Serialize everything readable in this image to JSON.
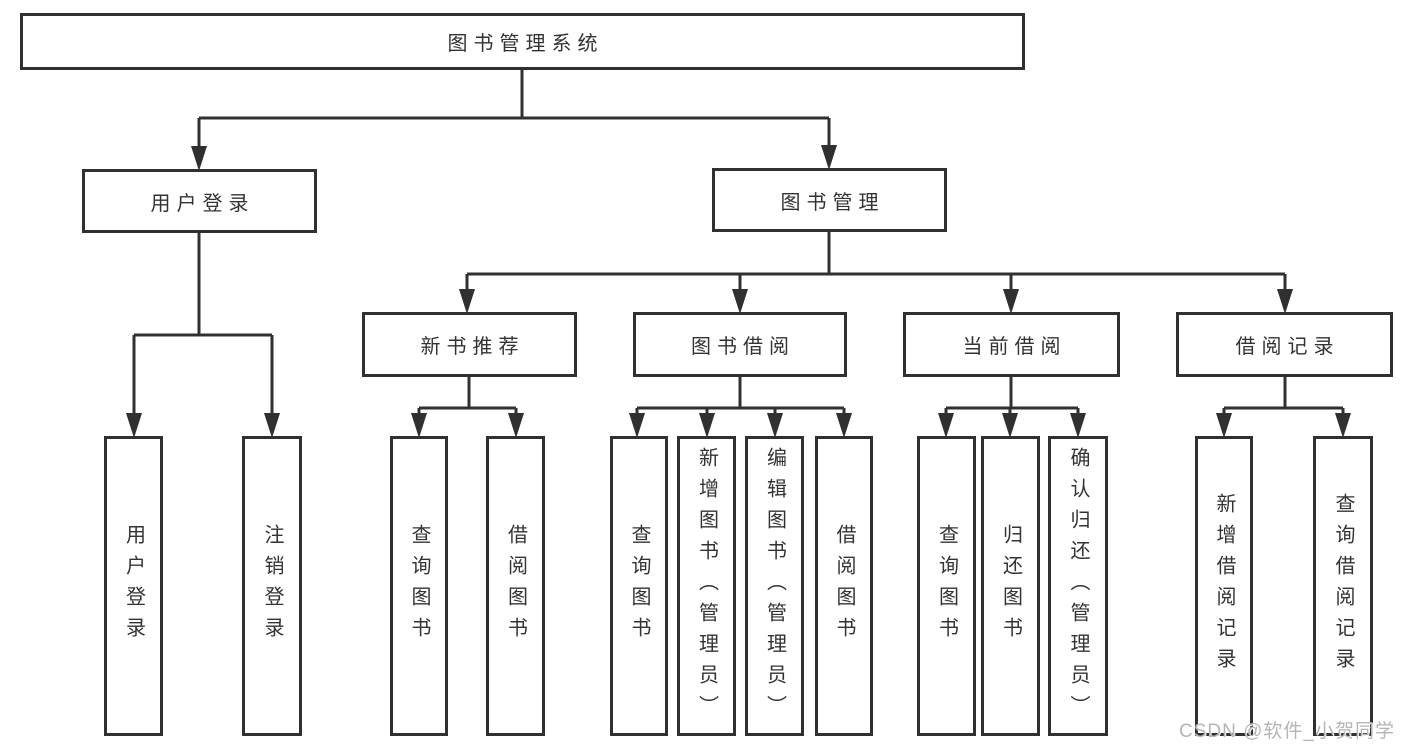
{
  "diagram": {
    "root": {
      "label": "图书管理系统"
    },
    "branches": {
      "user_login": {
        "label": "用户登录",
        "children": [
          {
            "label": "用户登录"
          },
          {
            "label": "注销登录"
          }
        ]
      },
      "book_management": {
        "label": "图书管理",
        "sections": {
          "new_book_recommend": {
            "label": "新书推荐",
            "children": [
              {
                "label": "查询图书"
              },
              {
                "label": "借阅图书"
              }
            ]
          },
          "book_borrow": {
            "label": "图书借阅",
            "children": [
              {
                "label": "查询图书"
              },
              {
                "label": "新增图书（管理员）"
              },
              {
                "label": "编辑图书（管理员）"
              },
              {
                "label": "借阅图书"
              }
            ]
          },
          "current_borrow": {
            "label": "当前借阅",
            "children": [
              {
                "label": "查询图书"
              },
              {
                "label": "归还图书"
              },
              {
                "label": "确认归还（管理员）"
              }
            ]
          },
          "borrow_record": {
            "label": "借阅记录",
            "children": [
              {
                "label": "新增借阅记录"
              },
              {
                "label": "查询借阅记录"
              }
            ]
          }
        }
      }
    },
    "watermark": "CSDN @软件_小贺同学"
  },
  "colors": {
    "line": "#303030",
    "text": "#333333",
    "box_fill": "#ffffff",
    "watermark": "#b5b5b5",
    "bg": "#ffffff"
  }
}
